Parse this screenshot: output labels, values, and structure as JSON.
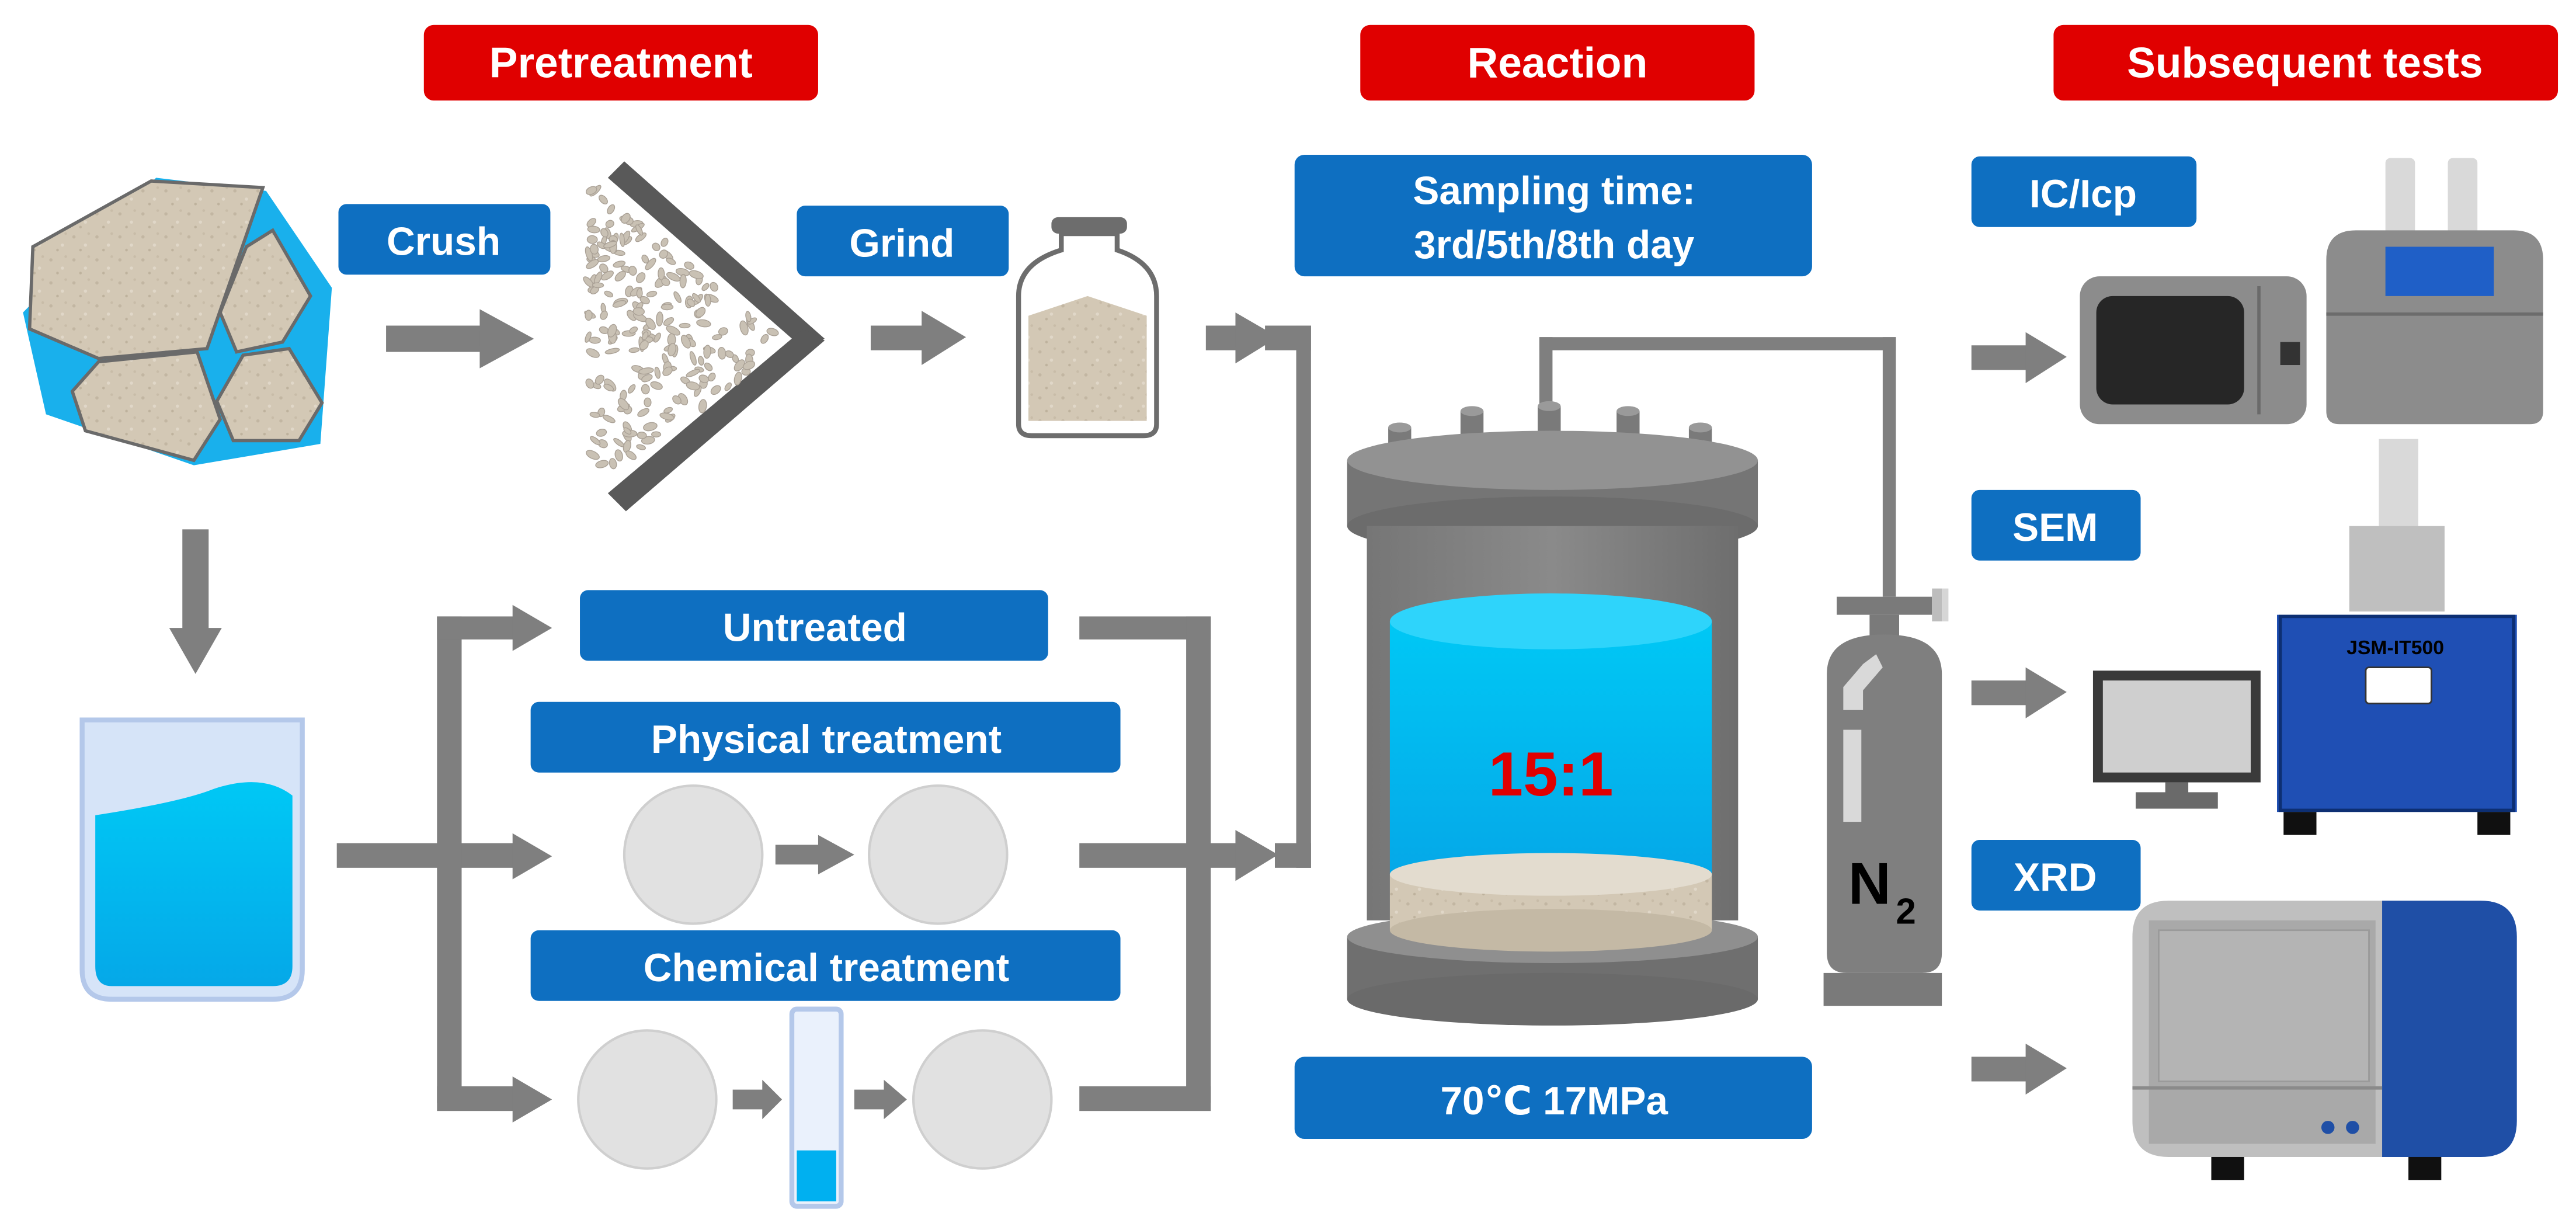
{
  "headers": {
    "pretreatment": "Pretreatment",
    "reaction": "Reaction",
    "subsequent": "Subsequent tests"
  },
  "steps": {
    "crush": "Crush",
    "grind": "Grind"
  },
  "treatments": {
    "untreated": "Untreated",
    "physical": "Physical treatment",
    "chemical": "Chemical treatment"
  },
  "reaction": {
    "sampling_line1": "Sampling time:",
    "sampling_line2": "3rd/5th/8th day",
    "ratio": "15:1",
    "conditions": "70℃ 17MPa",
    "gas_symbol": "N",
    "gas_subscript": "2"
  },
  "tests": {
    "ic": "IC/Icp",
    "sem": "SEM",
    "sem_model": "JSM-IT500",
    "xrd": "XRD"
  },
  "colors": {
    "header_red": "#e00000",
    "label_blue": "#0e6fc1",
    "arrow_gray": "#7f7f7f",
    "water_blue": "#00b0f0",
    "sand": "#d2c7b4"
  }
}
